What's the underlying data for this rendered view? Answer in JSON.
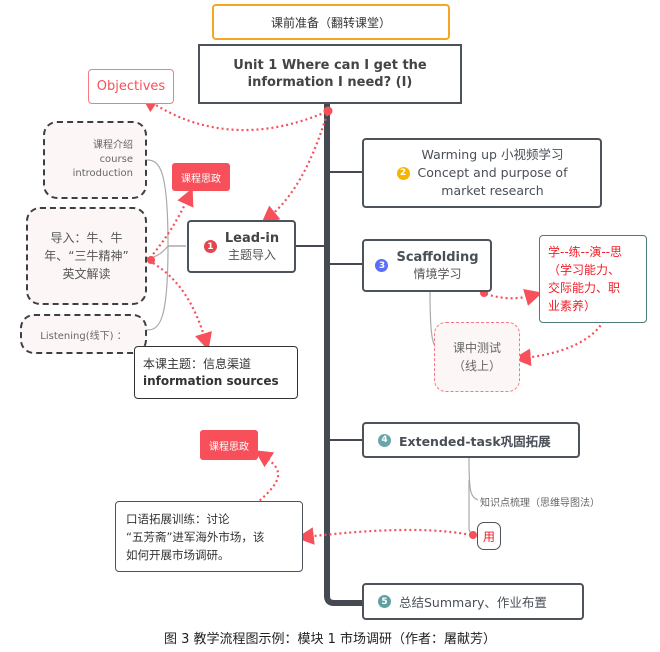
{
  "colors": {
    "accent_red": "#f7505a",
    "orange": "#f5a623",
    "step2": "#f5b400",
    "step3": "#5b6ef5",
    "step4": "#6aa5a8",
    "step5": "#5fa0a3",
    "frame": "#4d535b",
    "teal_border": "#4e7a78"
  },
  "pre_class": "课前准备（翻转课堂）",
  "root": {
    "line1": "Unit 1 Where can I get the",
    "line2": "information I need?  (I)"
  },
  "objectives": "Objectives",
  "left": {
    "course_intro": [
      "课程介绍",
      "course",
      "introduction"
    ],
    "intro_topic": [
      "导入：牛、牛",
      "年、“三牛精神”",
      "英文解读"
    ],
    "listening": "Listening(线下) ：",
    "ideology_tag_1": "课程思政",
    "lead_in": {
      "number": "1",
      "title": "Lead-in",
      "subtitle": "主题导入"
    },
    "topic": {
      "line1": "本课主题：信息渠道",
      "line2": "information sources"
    }
  },
  "right": {
    "warming": {
      "number": "2",
      "line1": "Warming up  小视频学习",
      "line2": "Concept and purpose of",
      "line3": "market research"
    },
    "scaffolding": {
      "number": "3",
      "title": "Scaffolding",
      "subtitle": "情境学习"
    },
    "learn_box": [
      "学--练--演--思",
      "（学习能力、",
      "交际能力、职",
      "业素养）"
    ],
    "in_class_test": [
      "课中测试",
      "（线上）"
    ],
    "extended": {
      "number": "4",
      "label": "Extended-task巩固拓展"
    },
    "knowledge": "知识点梳理（思维导图法）",
    "use": "用",
    "summary": {
      "number": "5",
      "label": "总结Summary、作业布置"
    }
  },
  "oral": {
    "ideology_tag_2": "课程思政",
    "lines": [
      "口语拓展训练：讨论",
      "“五芳斋”进军海外市场，该",
      "如何开展市场调研。"
    ]
  },
  "caption": "图 3  教学流程图示例：模块 1 市场调研（作者：屠献芳）"
}
